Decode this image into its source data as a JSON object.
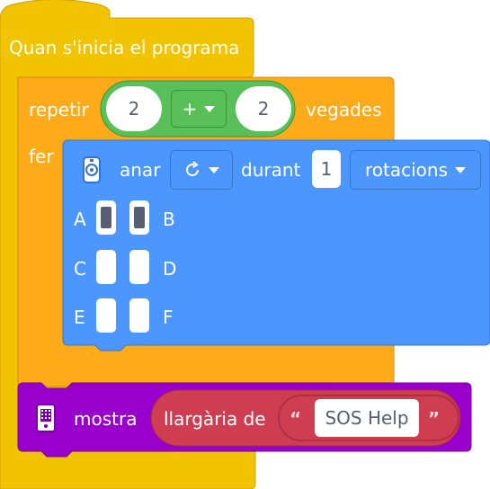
{
  "hat": {
    "label": "Quan s'inicia el programa"
  },
  "repeat": {
    "label_repeat": "repetir",
    "label_times": "vegades",
    "label_do": "fer",
    "operand_a": "2",
    "operator": "+",
    "operand_b": "2"
  },
  "motor": {
    "label_go": "anar",
    "label_for": "durant",
    "amount": "1",
    "unit": "rotacions",
    "direction_icon": "clockwise-icon",
    "block_icon": "motor-icon",
    "ports": [
      {
        "left_label": "A",
        "left_selected": true,
        "right_selected": true,
        "right_label": "B"
      },
      {
        "left_label": "C",
        "left_selected": false,
        "right_selected": false,
        "right_label": "D"
      },
      {
        "left_label": "E",
        "left_selected": false,
        "right_selected": false,
        "right_label": "F"
      }
    ]
  },
  "display": {
    "label": "mostra",
    "length_label": "llargària de",
    "text_value": "SOS Help",
    "block_icon": "display-icon",
    "quote_open": "“",
    "quote_close": "”"
  },
  "colors": {
    "events": "#f2c300",
    "control": "#ffab19",
    "operators": "#59c059",
    "motors": "#4c97ff",
    "display": "#9900cc",
    "string": "#cf3d51"
  }
}
